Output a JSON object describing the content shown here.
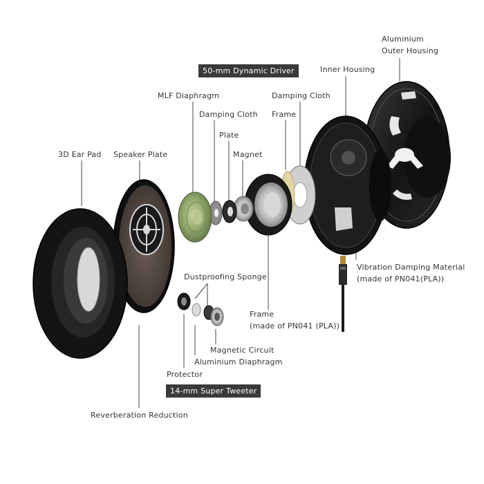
{
  "labels": {
    "ear_pad": "3D Ear Pad",
    "speaker_plate": "Speaker Plate",
    "mlf_diaphragm": "MLF Diaphragm",
    "damping_cloth_1": "Damping Cloth",
    "plate": "Plate",
    "magnet": "Magnet",
    "damping_cloth_2": "Damping Cloth",
    "frame_top": "Frame",
    "inner_housing": "Inner Housing",
    "outer_housing": "Aluminium\nOuter Housing",
    "vibration_damping": "Vibration Damping Material\n(made of PN041(PLA))",
    "frame_bottom": "Frame\n(made of PN041 (PLA))",
    "dustproofing_sponge": "Dustproofing Sponge",
    "magnetic_circuit": "Magnetic Circuit",
    "aluminium_diaphragm": "Aluminium Diaphragm",
    "protector": "Protector",
    "reverberation_reduction": "Reverberation Reduction"
  },
  "boxes": {
    "dynamic_driver": "50-mm Dynamic Driver",
    "super_tweeter": "14-mm Super Tweeter"
  },
  "colors": {
    "line": "#444444",
    "box_bg": "#3a3a3a",
    "pad": "#141414",
    "diaphragm": "#9fb27a",
    "housing": "#1b1b1b"
  }
}
